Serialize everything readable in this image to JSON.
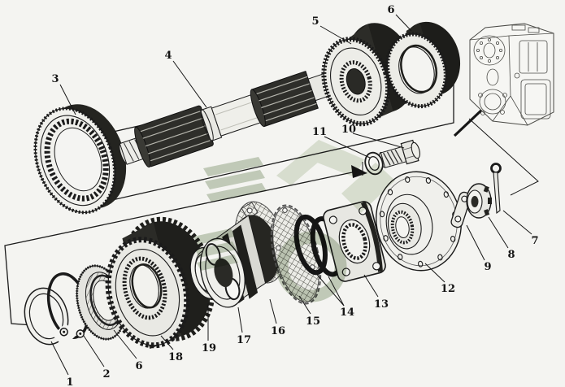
{
  "callouts": [
    {
      "text": "3"
    },
    {
      "text": "4"
    },
    {
      "text": "5"
    },
    {
      "text": "6"
    },
    {
      "text": "10"
    },
    {
      "text": "11"
    },
    {
      "text": "1"
    },
    {
      "text": "2"
    },
    {
      "text": "6"
    },
    {
      "text": "18"
    },
    {
      "text": "19"
    },
    {
      "text": "17"
    },
    {
      "text": "16"
    },
    {
      "text": "15"
    },
    {
      "text": "14"
    },
    {
      "text": "13"
    },
    {
      "text": "12"
    },
    {
      "text": "9"
    },
    {
      "text": "8"
    },
    {
      "text": "7"
    }
  ],
  "colors": {
    "paper": "#f4f4f1",
    "ink": "#1b1b1b",
    "housing_line": "#4a4a46",
    "watermark_dark": "#93a585",
    "watermark_light": "#c3cfb6"
  }
}
